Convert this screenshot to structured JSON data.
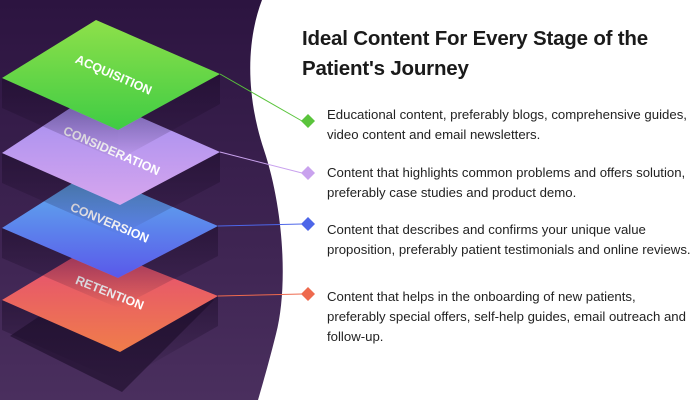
{
  "title": "Ideal Content For Every Stage of the Patient's Journey",
  "colors": {
    "background": "#ffffff",
    "panel_top": "#2c1440",
    "panel_bottom": "#4a2f5e",
    "connector": "#9a9a9a"
  },
  "stages": [
    {
      "label": "ACQUISITION",
      "color_top": "#8ee04a",
      "color_bottom": "#3fcc44",
      "marker_color": "#5ac43c",
      "description": "Educational content, preferably blogs, comprehensive guides, video content and email newsletters."
    },
    {
      "label": "CONSIDERATION",
      "color_top": "#9f8cf0",
      "color_bottom": "#d7a6ee",
      "marker_color": "#c9a2ee",
      "description": "Content that highlights common problems and offers solution, preferably case studies and product demo."
    },
    {
      "label": "CONVERSION",
      "color_top": "#5fb5ee",
      "color_bottom": "#5a58ea",
      "marker_color": "#4d66e8",
      "description": "Content that describes and confirms your unique value proposition, preferably patient testimonials and online reviews."
    },
    {
      "label": "RETENTION",
      "color_top": "#e44a76",
      "color_bottom": "#f07d4a",
      "marker_color": "#ee6a4e",
      "description": "Content that helps in the onboarding of new patients, preferably special offers, self-help guides, email outreach and follow-up."
    }
  ]
}
